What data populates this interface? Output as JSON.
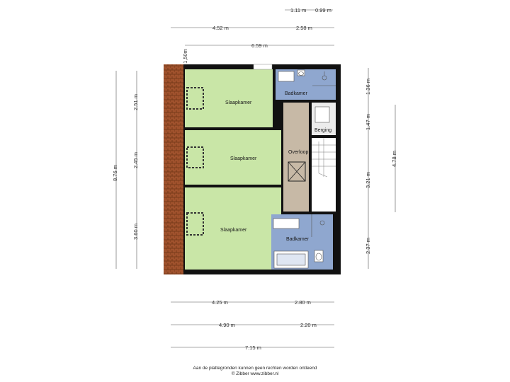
{
  "dimensions": {
    "top_small_a": "1.11 m",
    "top_small_b": "0.99 m",
    "top_mid_a": "4.52 m",
    "top_mid_b": "2.58 m",
    "top_total": "6.59 m",
    "roof_label": "1,50m",
    "left_a": "2.51 m",
    "left_b": "2.45 m",
    "left_c": "3.60 m",
    "left_total": "8.76 m",
    "right_a": "1.36 m",
    "right_b": "1.47 m",
    "right_c": "3.21 m",
    "right_d": "2.37 m",
    "right_total": "4.78 m",
    "bottom_a1": "4.25 m",
    "bottom_a2": "2.80 m",
    "bottom_b1": "4.90 m",
    "bottom_b2": "2.20 m",
    "bottom_total": "7.15 m"
  },
  "rooms": {
    "bedroom_top": "Slaapkamer",
    "bedroom_mid": "Slaapkamer",
    "bedroom_bottom": "Slaapkamer",
    "bathroom_top": "Badkamer",
    "bathroom_bottom": "Badkamer",
    "storage": "Berging",
    "landing": "Overloop"
  },
  "colors": {
    "bedroom": "#c9e6a7",
    "bathroom": "#8fa7cf",
    "landing": "#c7b9a6",
    "storage": "#e8e8e8",
    "wall": "#111111",
    "roof": "#a0522d"
  },
  "footer": {
    "line1": "Aan de plattegronden kunnen geen rechten worden ontleend",
    "line2": "© Zibber www.zibber.nl"
  }
}
